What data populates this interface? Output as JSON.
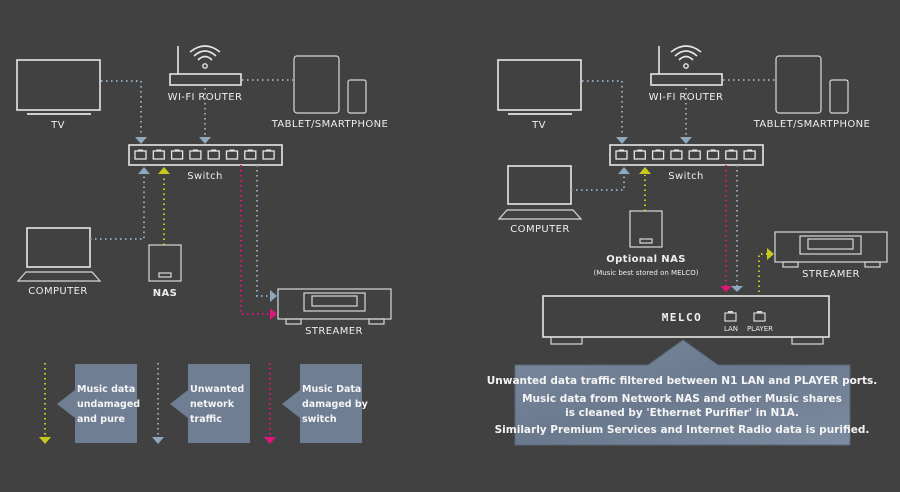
{
  "colors": {
    "background": "#414141",
    "device_outline": "#e6e6e6",
    "pure_music": "#c8c81e",
    "unwanted_traffic": "#8fa8bd",
    "damaged_music": "#e0147a",
    "callout_fill": "#6f7e92"
  },
  "left_diagram": {
    "devices": {
      "tv": "TV",
      "router": "WI-FI ROUTER",
      "tablet": "TABLET/SMARTPHONE",
      "switch": "Switch",
      "computer": "COMPUTER",
      "nas": "NAS",
      "streamer": "STREAMER"
    },
    "legend": [
      {
        "color": "pure_music",
        "lines": [
          "Music data",
          "undamaged",
          "and pure"
        ]
      },
      {
        "color": "unwanted_traffic",
        "lines": [
          "Unwanted",
          "network",
          "traffic"
        ]
      },
      {
        "color": "damaged_music",
        "lines": [
          "Music Data",
          "damaged by",
          "switch"
        ]
      }
    ]
  },
  "right_diagram": {
    "devices": {
      "tv": "TV",
      "router": "WI-FI ROUTER",
      "tablet": "TABLET/SMARTPHONE",
      "switch": "Switch",
      "computer": "COMPUTER",
      "nas": "Optional NAS",
      "nas_note": "(Music best stored on MELCO)",
      "streamer": "STREAMER",
      "melco_brand": "MELCO",
      "lan_port": "LAN",
      "player_port": "PLAYER"
    },
    "callout_lines": [
      "Unwanted data traffic filtered between N1 LAN and PLAYER ports.",
      "Music data  from Network NAS and other Music shares",
      "is cleaned by 'Ethernet Purifier' in N1A.",
      "Similarly Premium Services and Internet Radio data is purified."
    ]
  }
}
